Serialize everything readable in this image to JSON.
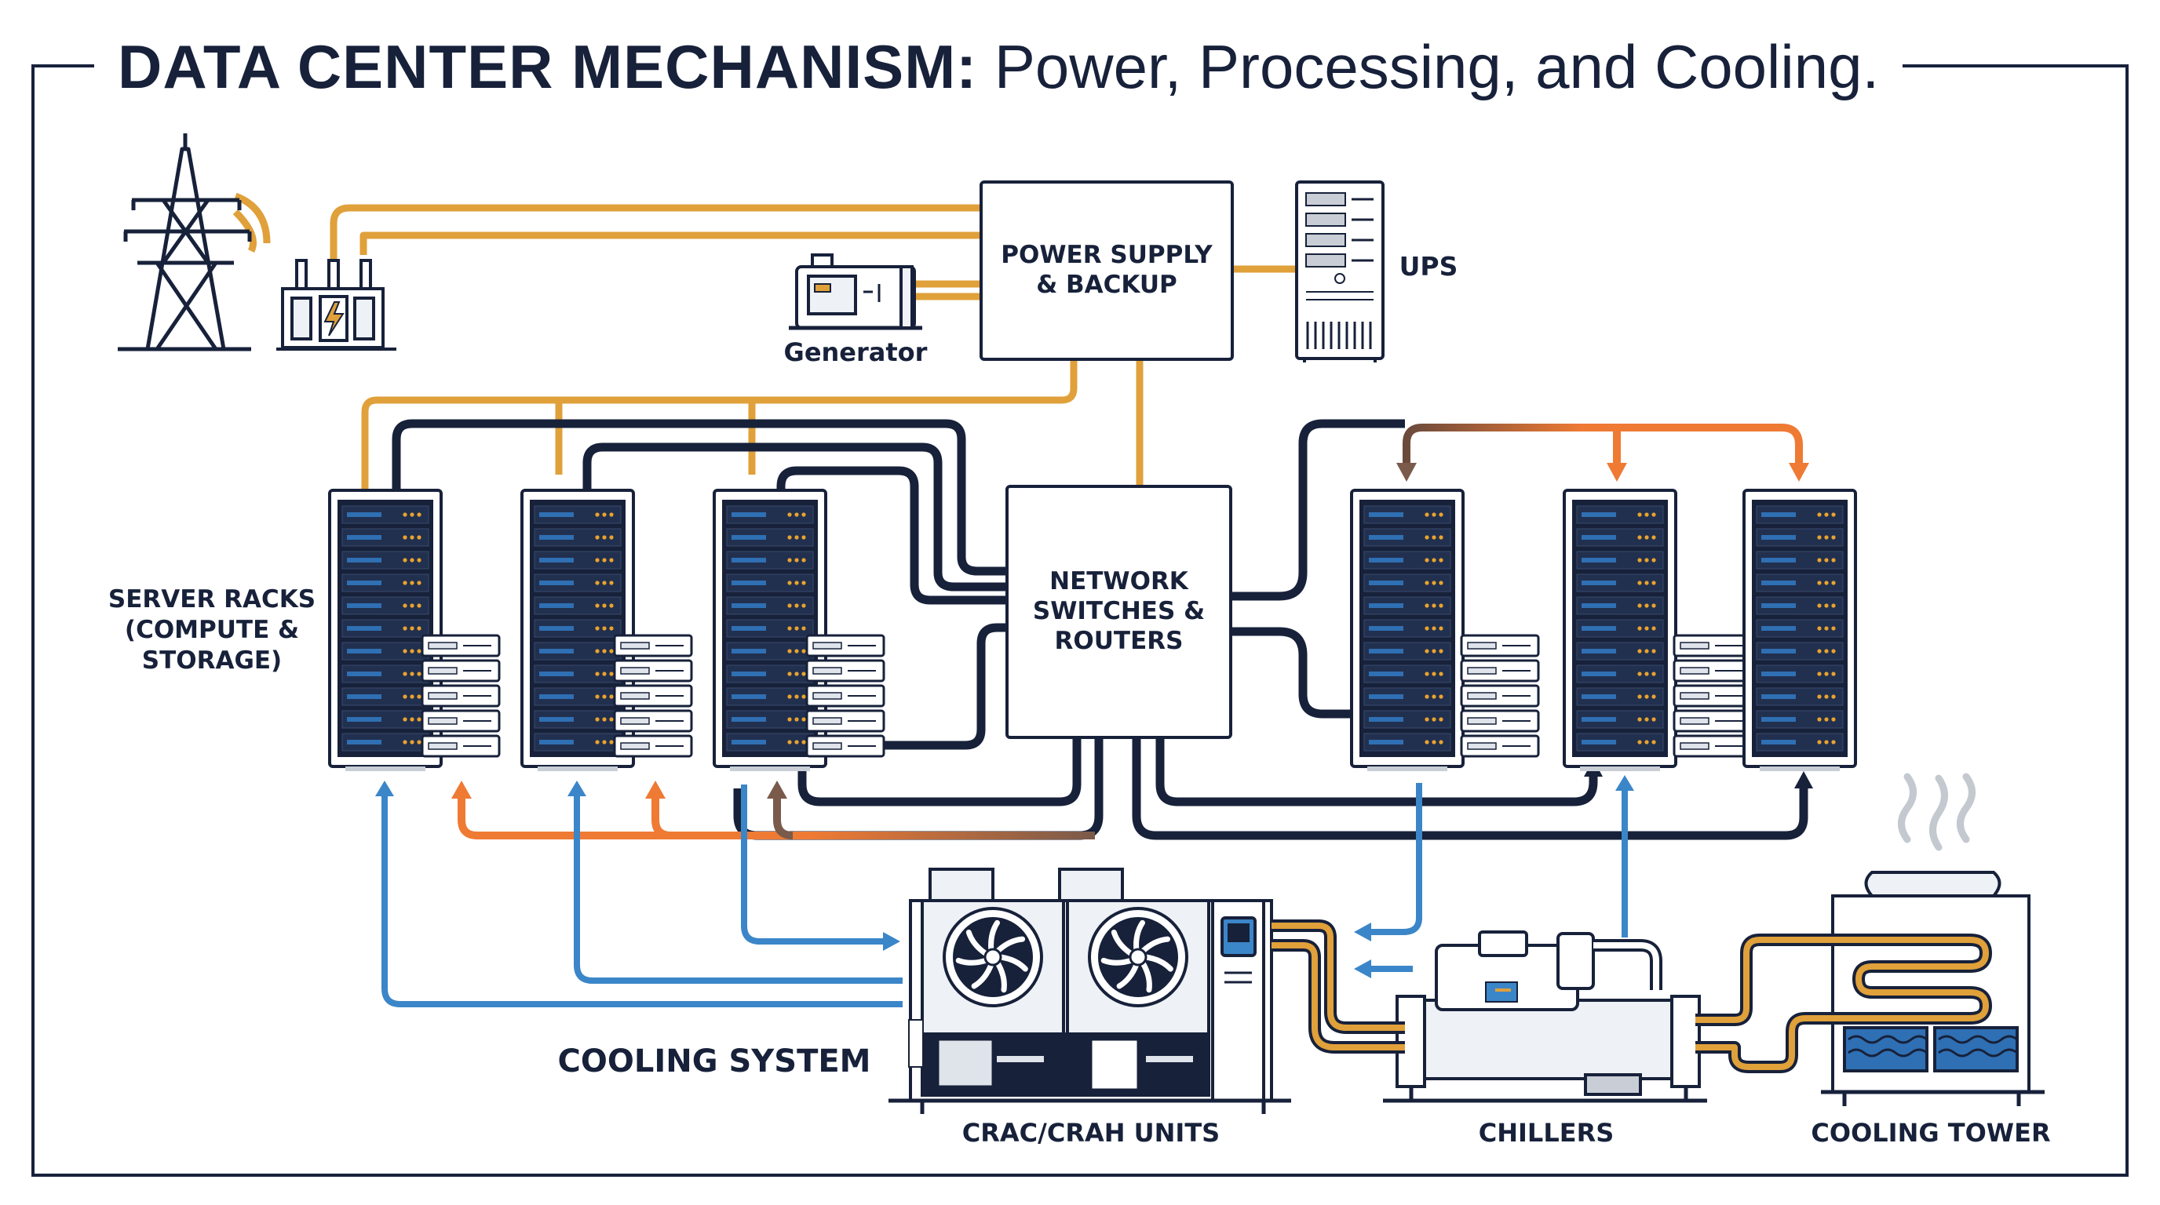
{
  "title": {
    "bold": "DATA CENTER MECHANISM:",
    "regular": "Power, Processing, and Cooling."
  },
  "labels": {
    "power_supply": "POWER SUPPLY\n& BACKUP",
    "ups": "UPS",
    "generator": "Generator",
    "server_racks": "SERVER RACKS\n(COMPUTE &\nSTORAGE)",
    "network": "NETWORK\nSWITCHES &\nROUTERS",
    "cooling_system": "COOLING SYSTEM",
    "crac": "CRAC/CRAH UNITS",
    "chillers": "CHILLERS",
    "cooling_tower": "COOLING TOWER"
  },
  "colors": {
    "navy": "#17213a",
    "power_line": "#e0a03a",
    "cold_air": "#3b86c8",
    "hot_air": "#ef7a34",
    "rack_led": "#e8a32e",
    "rack_slot": "#2f6fb3",
    "panel": "#eef1f5"
  },
  "icons": [
    "transmission-tower-icon",
    "transformer-icon",
    "generator-icon",
    "ups-icon",
    "server-rack-icon",
    "fan-icon",
    "steam-icon"
  ]
}
